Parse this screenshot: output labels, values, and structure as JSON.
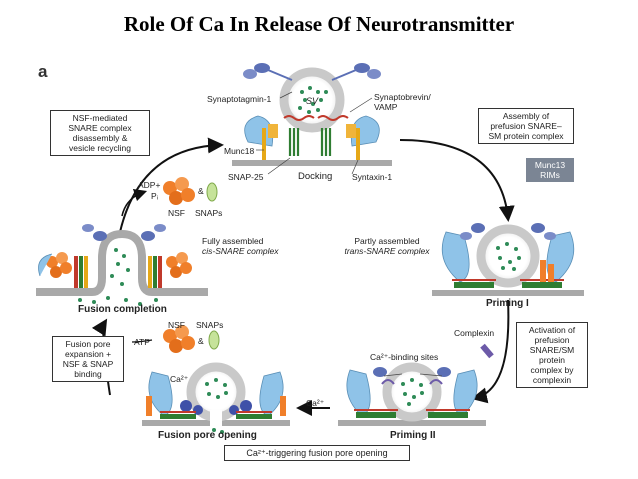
{
  "title": "Role Of Ca In Release Of  Neurotransmitter",
  "panel_letter": "a",
  "stages": {
    "docking": "Docking",
    "priming1": "Priming I",
    "priming2": "Priming II",
    "fusion_pore_opening": "Fusion pore opening",
    "fusion_completion": "Fusion completion"
  },
  "proteins": {
    "synaptotagmin": "Synaptotagmin-1",
    "synaptobrevin_line1": "Synaptobrevin/",
    "synaptobrevin_line2": "VAMP",
    "sv": "SV",
    "munc18": "Munc18",
    "snap25": "SNAP-25",
    "syntaxin": "Syntaxin-1",
    "complexin": "Complexin",
    "nsf": "NSF",
    "snaps": "SNAPs",
    "amp": "&"
  },
  "labels": {
    "partly_line1": "Partly assembled",
    "partly_line2": "trans-SNARE complex",
    "fully_line1": "Fully assembled",
    "fully_line2": "cis-SNARE complex",
    "ca_binding": "Ca²⁺-binding sites",
    "ca_ion": "Ca²⁺",
    "ca_pore": "Ca²⁺",
    "adp": "ADP+",
    "pi": "Pᵢ",
    "atp": "ATP"
  },
  "boxes": {
    "nsf_mediated": [
      "NSF-mediated",
      "SNARE complex",
      "disassembly &",
      "vesicle recycling"
    ],
    "assembly": [
      "Assembly of",
      "prefusion SNARE–",
      "SM protein complex"
    ],
    "munc13": [
      "Munc13",
      "RIMs"
    ],
    "activation": [
      "Activation of",
      "prefusion",
      "SNARE/SM",
      "protein",
      "complex by",
      "complexin"
    ],
    "fusion_expansion": [
      "Fusion pore",
      "expansion +",
      "NSF & SNAP",
      "binding"
    ],
    "ca_trigger": "Ca²⁺-triggering fusion pore opening"
  },
  "colors": {
    "vesicle_ring": "#c9c9c9",
    "membrane": "#a9a9a9",
    "neurotransmitter": "#2e8b57",
    "synaptobrevin": "#c0392b",
    "syntaxin": "#e6a817",
    "snap25": "#2f7d32",
    "munc18": "#8fc3e8",
    "synaptotagmin": "#5b6fb5",
    "nsf": "#f07f2a",
    "snaps": "#c6e39a",
    "box_dark": "#7b8594"
  }
}
